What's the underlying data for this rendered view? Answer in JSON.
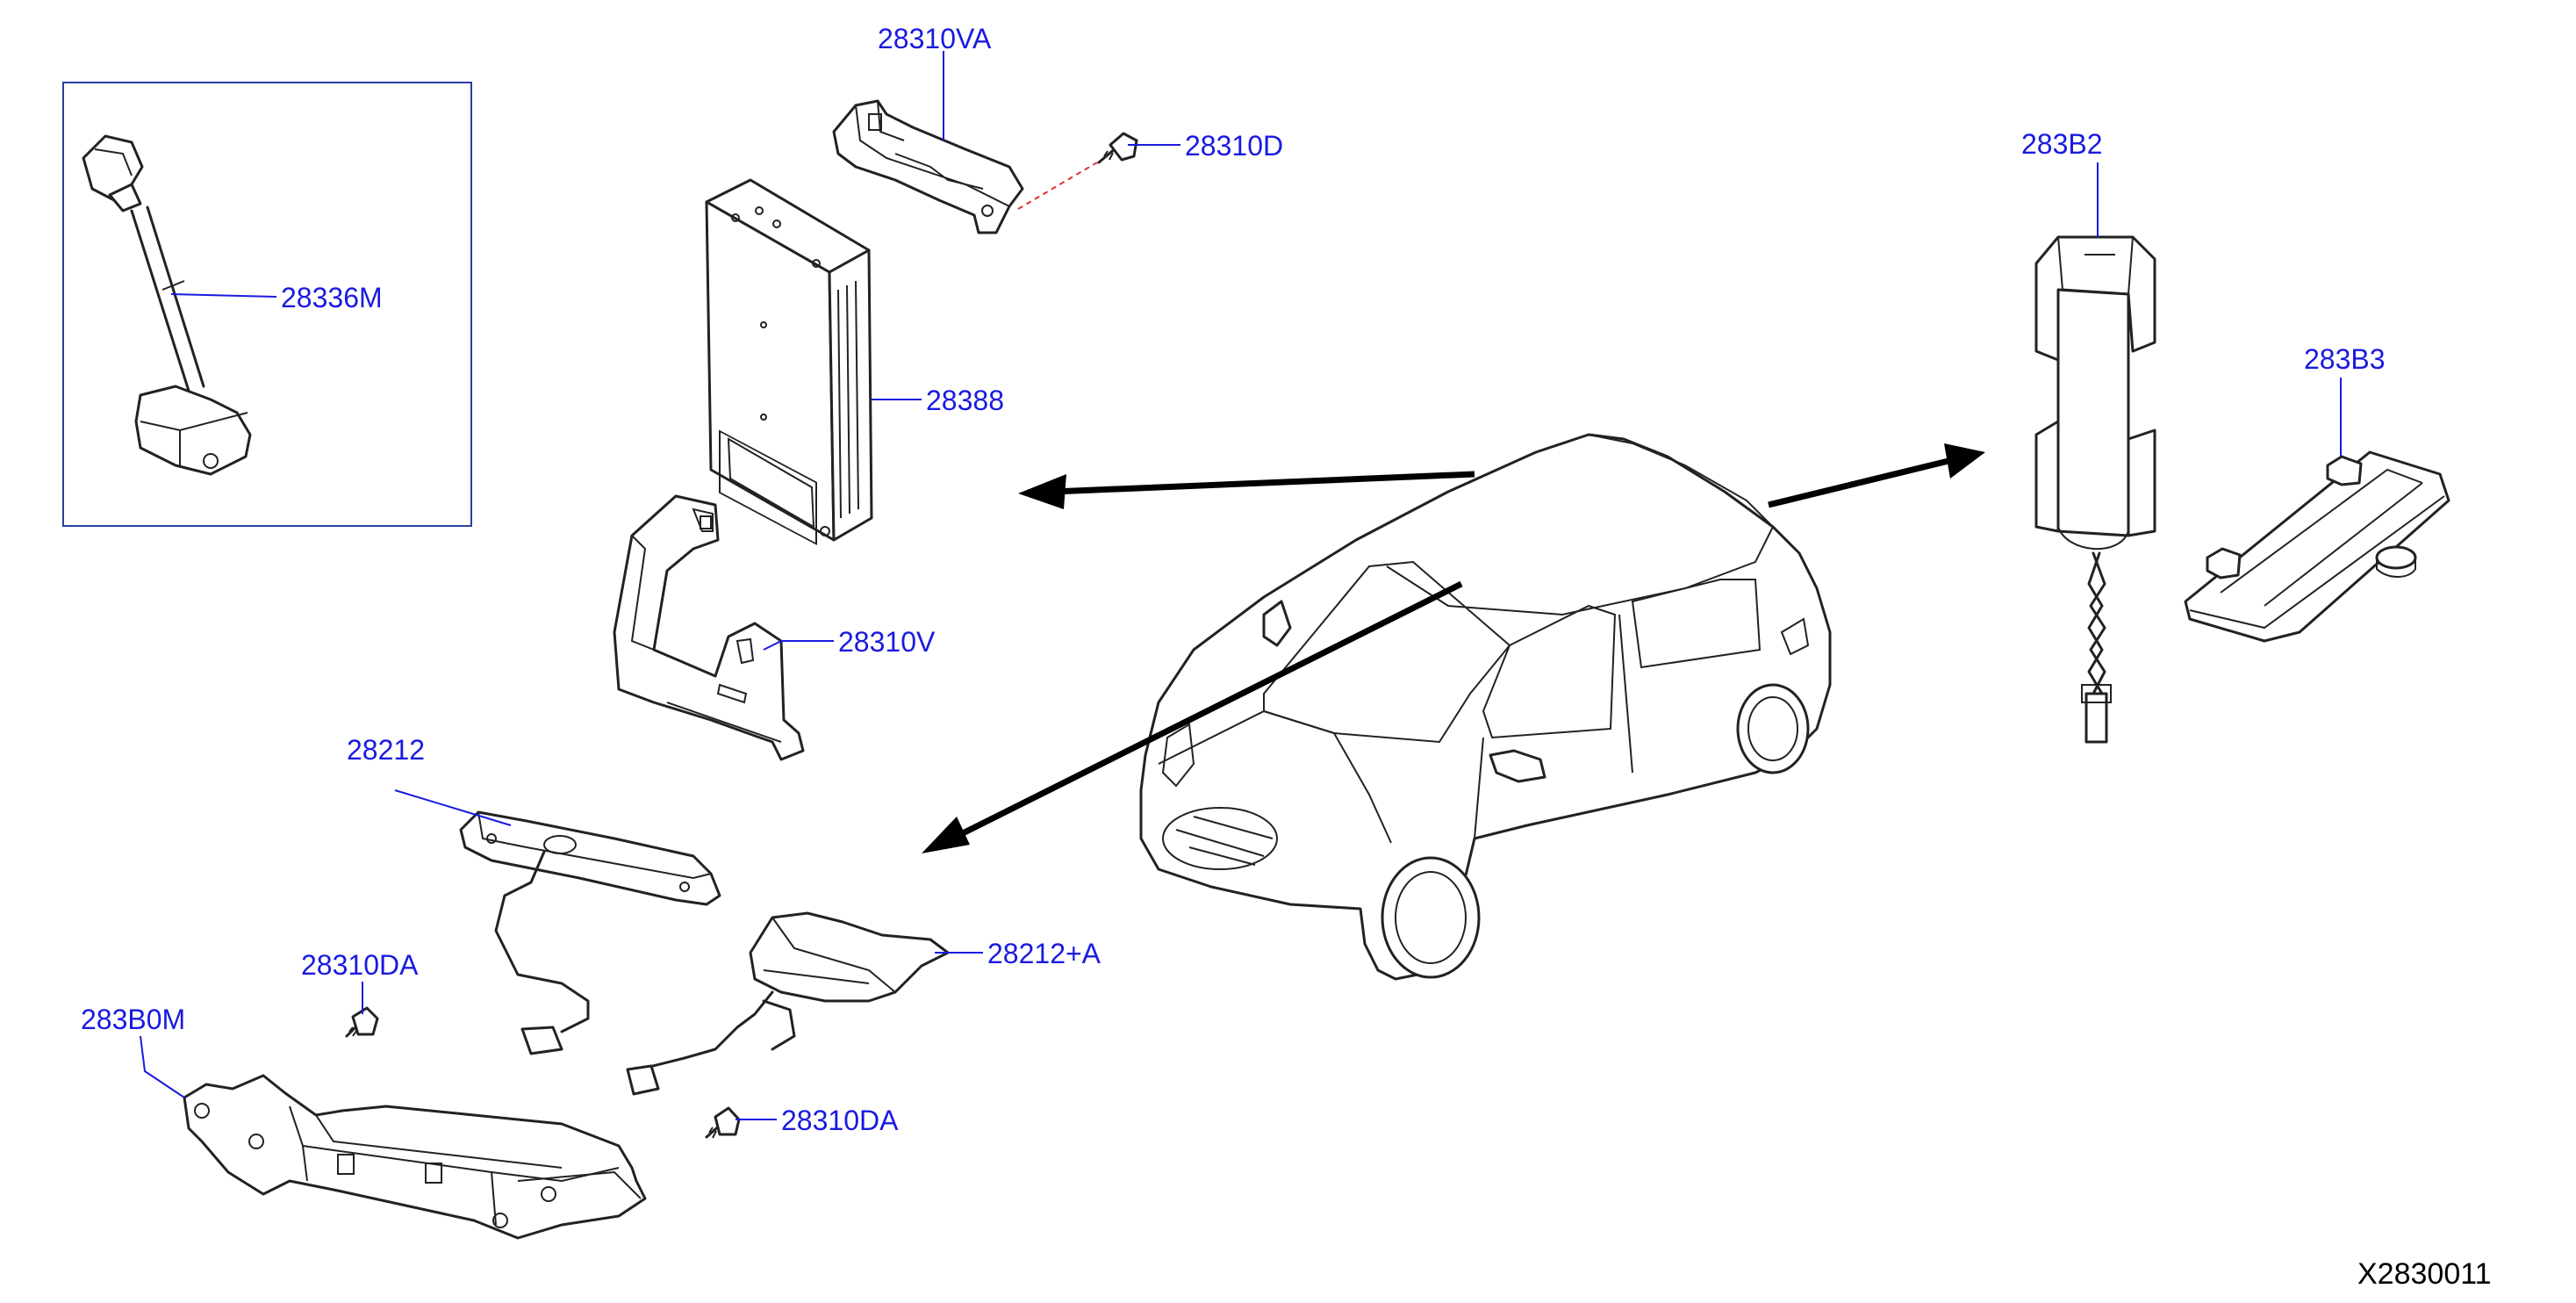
{
  "diagram_id": "X2830011",
  "parts": {
    "p28310VA": "28310VA",
    "p28310D": "28310D",
    "p28336M": "28336M",
    "p28388": "28388",
    "p28310V": "28310V",
    "p28212": "28212",
    "p28212A": "28212+A",
    "p28310DA_upper": "28310DA",
    "p28310DA_lower": "28310DA",
    "p283B0M": "283B0M",
    "p283B2": "283B2",
    "p283B3": "283B3"
  },
  "colors": {
    "label": "#1a1ae0",
    "line": "#222222",
    "arrow": "#000000",
    "dashed_link": "#e03030"
  }
}
